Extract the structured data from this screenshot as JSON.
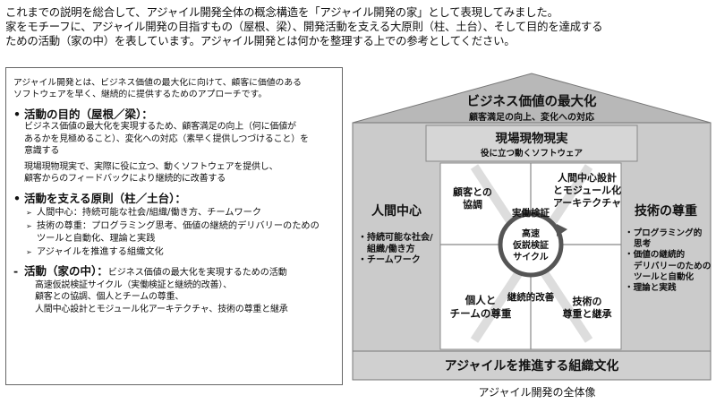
{
  "intro": {
    "line1": "これまでの説明を総合して、アジャイル開発全体の概念構造を「アジャイル開発の家」として表現してみました。",
    "line2": "家をモチーフに、アジャイル開発の目指すもの（屋根、梁）、開発活動を支える大原則（柱、土台）、そして目的を達成する",
    "line3": "ための活動（家の中）を表しています。アジャイル開発とは何かを整理する上での参考としてください。"
  },
  "left": {
    "definition_1": "アジャイル開発とは、ビジネス価値の最大化に向けて、顧客に価値のある",
    "definition_2": "ソフトウェアを早く、継続的に提供するためのアプローチです。",
    "purpose_heading": "活動の目的（屋根／梁）：",
    "purpose_1": "ビジネス価値の最大化を実現するため、顧客満足の向上（何に価値が",
    "purpose_2": "あるかを見極めること）、変化への対応（素早く提供しつづけること）を",
    "purpose_3": "意識する",
    "purpose_4": "現場現物現実で、実際に役に立つ、動くソフトウェアを提供し、",
    "purpose_5": "顧客からのフィードバックにより継続的に改善する",
    "principles_heading": "活動を支える原則（柱／土台）：",
    "principle_1": "人間中心：持続可能な社会/組織/働き方、チームワーク",
    "principle_2a": "技術の尊重：プログラミング思考、価値の継続的デリバリーのための",
    "principle_2b": "ツールと自動化、理論と実践",
    "principle_3": "アジャイルを推進する組織文化",
    "activity_heading": "活動（家の中）：",
    "activity_heading_tail": "ビジネス価値の最大化を実現するための活動",
    "activity_1": "高速仮説検証サイクル（実働検証と継続的改善）、",
    "activity_2": "顧客との協調、個人とチームの尊重、",
    "activity_3": "人間中心設計とモジュール化アーキテクチャ、技術の尊重と継承"
  },
  "house": {
    "roof_title": "ビジネス価値の最大化",
    "roof_sub": "顧客満足の向上、変化への対応",
    "beam_title": "現場現物現実",
    "beam_sub": "役に立つ動くソフトウェア",
    "left_pillar_title": "人間中心",
    "left_pillar_items": [
      "・持続可能な社会/",
      "組織/働き方",
      "・チームワーク"
    ],
    "right_pillar_title": "技術の尊重",
    "right_pillar_items": [
      "・プログラミング的",
      "思考",
      "・価値の継続的",
      "デリバリーのための",
      "ツールと自動化",
      "・理論と実践"
    ],
    "q_top_left": [
      "顧客との",
      "協調"
    ],
    "q_top_right": [
      "人間中心設計",
      "とモジュール化",
      "アーキテクチャ"
    ],
    "q_bottom_left": [
      "個人と",
      "チームの尊重"
    ],
    "q_bottom_right": [
      "技術の",
      "尊重と継承"
    ],
    "center_top": "実働検証",
    "center_bottom": "継続的改善",
    "cycle": [
      "高速",
      "仮説検証",
      "サイクル"
    ],
    "foundation": "アジャイルを推進する組織文化"
  },
  "caption": "アジャイル開発の全体像"
}
